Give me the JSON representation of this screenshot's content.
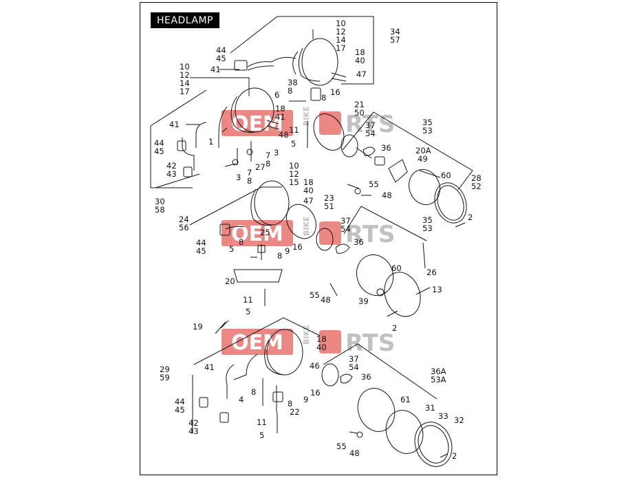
{
  "title": "HEADLAMP",
  "watermark": {
    "left": "OEM",
    "middle": "BIKE",
    "right": "RTS",
    "accent": "#e8746e",
    "grey": "#b7b7b7"
  },
  "labels": {
    "g1": "10",
    "g2": "12",
    "g3": "14",
    "g4": "17",
    "g5": "34",
    "g6": "57",
    "g7": "44",
    "g8": "45",
    "g9": "41",
    "g10": "18",
    "g11": "40",
    "g12": "47",
    "g13": "16",
    "g14": "38",
    "g15": "8",
    "g16": "6",
    "g17": "8",
    "h1": "10",
    "h2": "12",
    "h3": "14",
    "h4": "17",
    "h5": "18",
    "h6": "41",
    "h7": "48",
    "h8": "11",
    "h9": "5",
    "h10": "41",
    "h11": "1",
    "h12": "44",
    "h13": "45",
    "h14": "3",
    "h15": "7",
    "h16": "27",
    "h17": "8",
    "h18": "42",
    "h19": "43",
    "h20": "3",
    "h21": "7",
    "h22": "8",
    "h23": "30",
    "h24": "58",
    "i1": "21",
    "i2": "50",
    "i3": "35",
    "i4": "53",
    "i5": "37",
    "i6": "54",
    "i7": "36",
    "i8": "20A",
    "i9": "49",
    "i10": "60",
    "i11": "28",
    "i12": "52",
    "i13": "55",
    "i14": "48",
    "i15": "2",
    "j1": "10",
    "j2": "12",
    "j3": "15",
    "j4": "18",
    "j5": "40",
    "j6": "47",
    "j7": "23",
    "j8": "51",
    "j9": "24",
    "j10": "56",
    "j11": "25",
    "j12": "44",
    "j13": "45",
    "j14": "8",
    "j15": "5",
    "j16": "16",
    "j17": "9",
    "j18": "8",
    "k1": "37",
    "k2": "54",
    "k3": "35",
    "k4": "53",
    "k5": "36",
    "k6": "60",
    "k7": "26",
    "k8": "13",
    "k9": "55",
    "k10": "48",
    "k11": "39",
    "k12": "20",
    "k13": "11",
    "k14": "5",
    "k15": "2",
    "m1": "19",
    "m2": "18",
    "m3": "40",
    "m4": "46",
    "m5": "29",
    "m6": "59",
    "m7": "41",
    "m8": "37",
    "m9": "54",
    "m10": "36",
    "m11": "44",
    "m12": "45",
    "m13": "4",
    "m14": "8",
    "m15": "8",
    "m16": "9",
    "m17": "16",
    "m18": "22",
    "m19": "42",
    "m20": "43",
    "m21": "11",
    "m22": "5",
    "n1": "36A",
    "n2": "53A",
    "n3": "61",
    "n4": "31",
    "n5": "33",
    "n6": "32",
    "n7": "55",
    "n8": "48",
    "n9": "2"
  }
}
